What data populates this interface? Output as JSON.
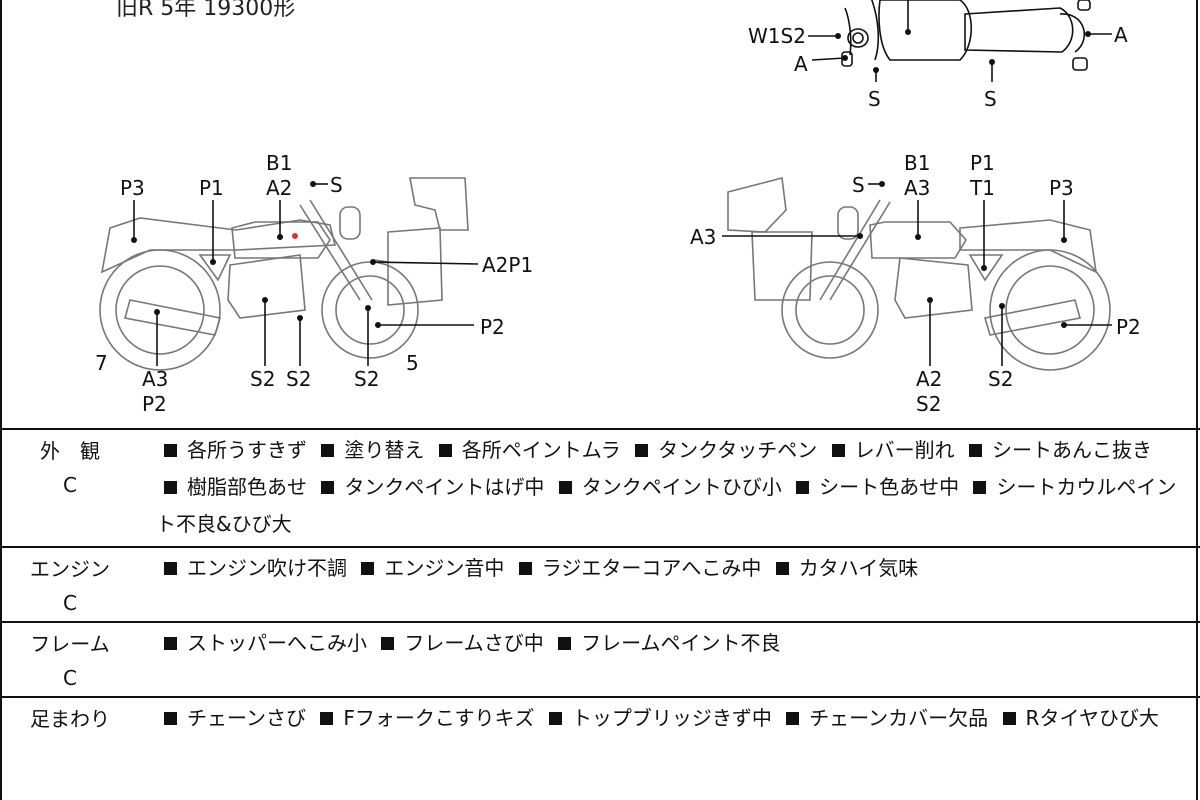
{
  "header": {
    "note": "旧R 5年 19300形"
  },
  "diagram": {
    "top_view_labels": {
      "w1s2": "W1S2",
      "a_left": "A",
      "a_right": "A",
      "s_front": "S",
      "s_rear": "S"
    },
    "left_view_labels": {
      "p3": "P3",
      "p1": "P1",
      "b1": "B1",
      "a2": "A2",
      "s": "S",
      "a2p1": "A2P1",
      "p2": "P2",
      "seven": "7",
      "a3": "A3",
      "p2b": "P2",
      "s2a": "S2",
      "s2b": "S2",
      "s2c": "S2",
      "five": "5"
    },
    "right_view_labels": {
      "b1": "B1",
      "s": "S",
      "a3top": "A3",
      "p1": "P1",
      "t1": "T1",
      "p3": "P3",
      "a3left": "A3",
      "p2": "P2",
      "a2": "A2",
      "s2a": "S2",
      "s2b": "S2"
    }
  },
  "table": [
    {
      "category": "外　観",
      "grade": "C",
      "items": [
        "各所うすきず",
        "塗り替え",
        "各所ペイントムラ",
        "タンクタッチペン",
        "レバー削れ",
        "シートあんこ抜き",
        "樹脂部色あせ",
        "タンクペイントはげ中",
        "タンクペイントひび小",
        "シート色あせ中",
        "シートカウルペイント不良&ひび大"
      ]
    },
    {
      "category": "エンジン",
      "grade": "C",
      "items": [
        "エンジン吹け不調",
        "エンジン音中",
        "ラジエターコアへこみ中",
        "カタハイ気味"
      ]
    },
    {
      "category": "フレーム",
      "grade": "C",
      "items": [
        "ストッパーへこみ小",
        "フレームさび中",
        "フレームペイント不良"
      ]
    },
    {
      "category": "足まわり",
      "grade": "",
      "items": [
        "チェーンさび",
        "Fフォークこすりキズ",
        "トップブリッジきず中",
        "チェーンカバー欠品",
        "Rタイヤひび大"
      ]
    }
  ]
}
